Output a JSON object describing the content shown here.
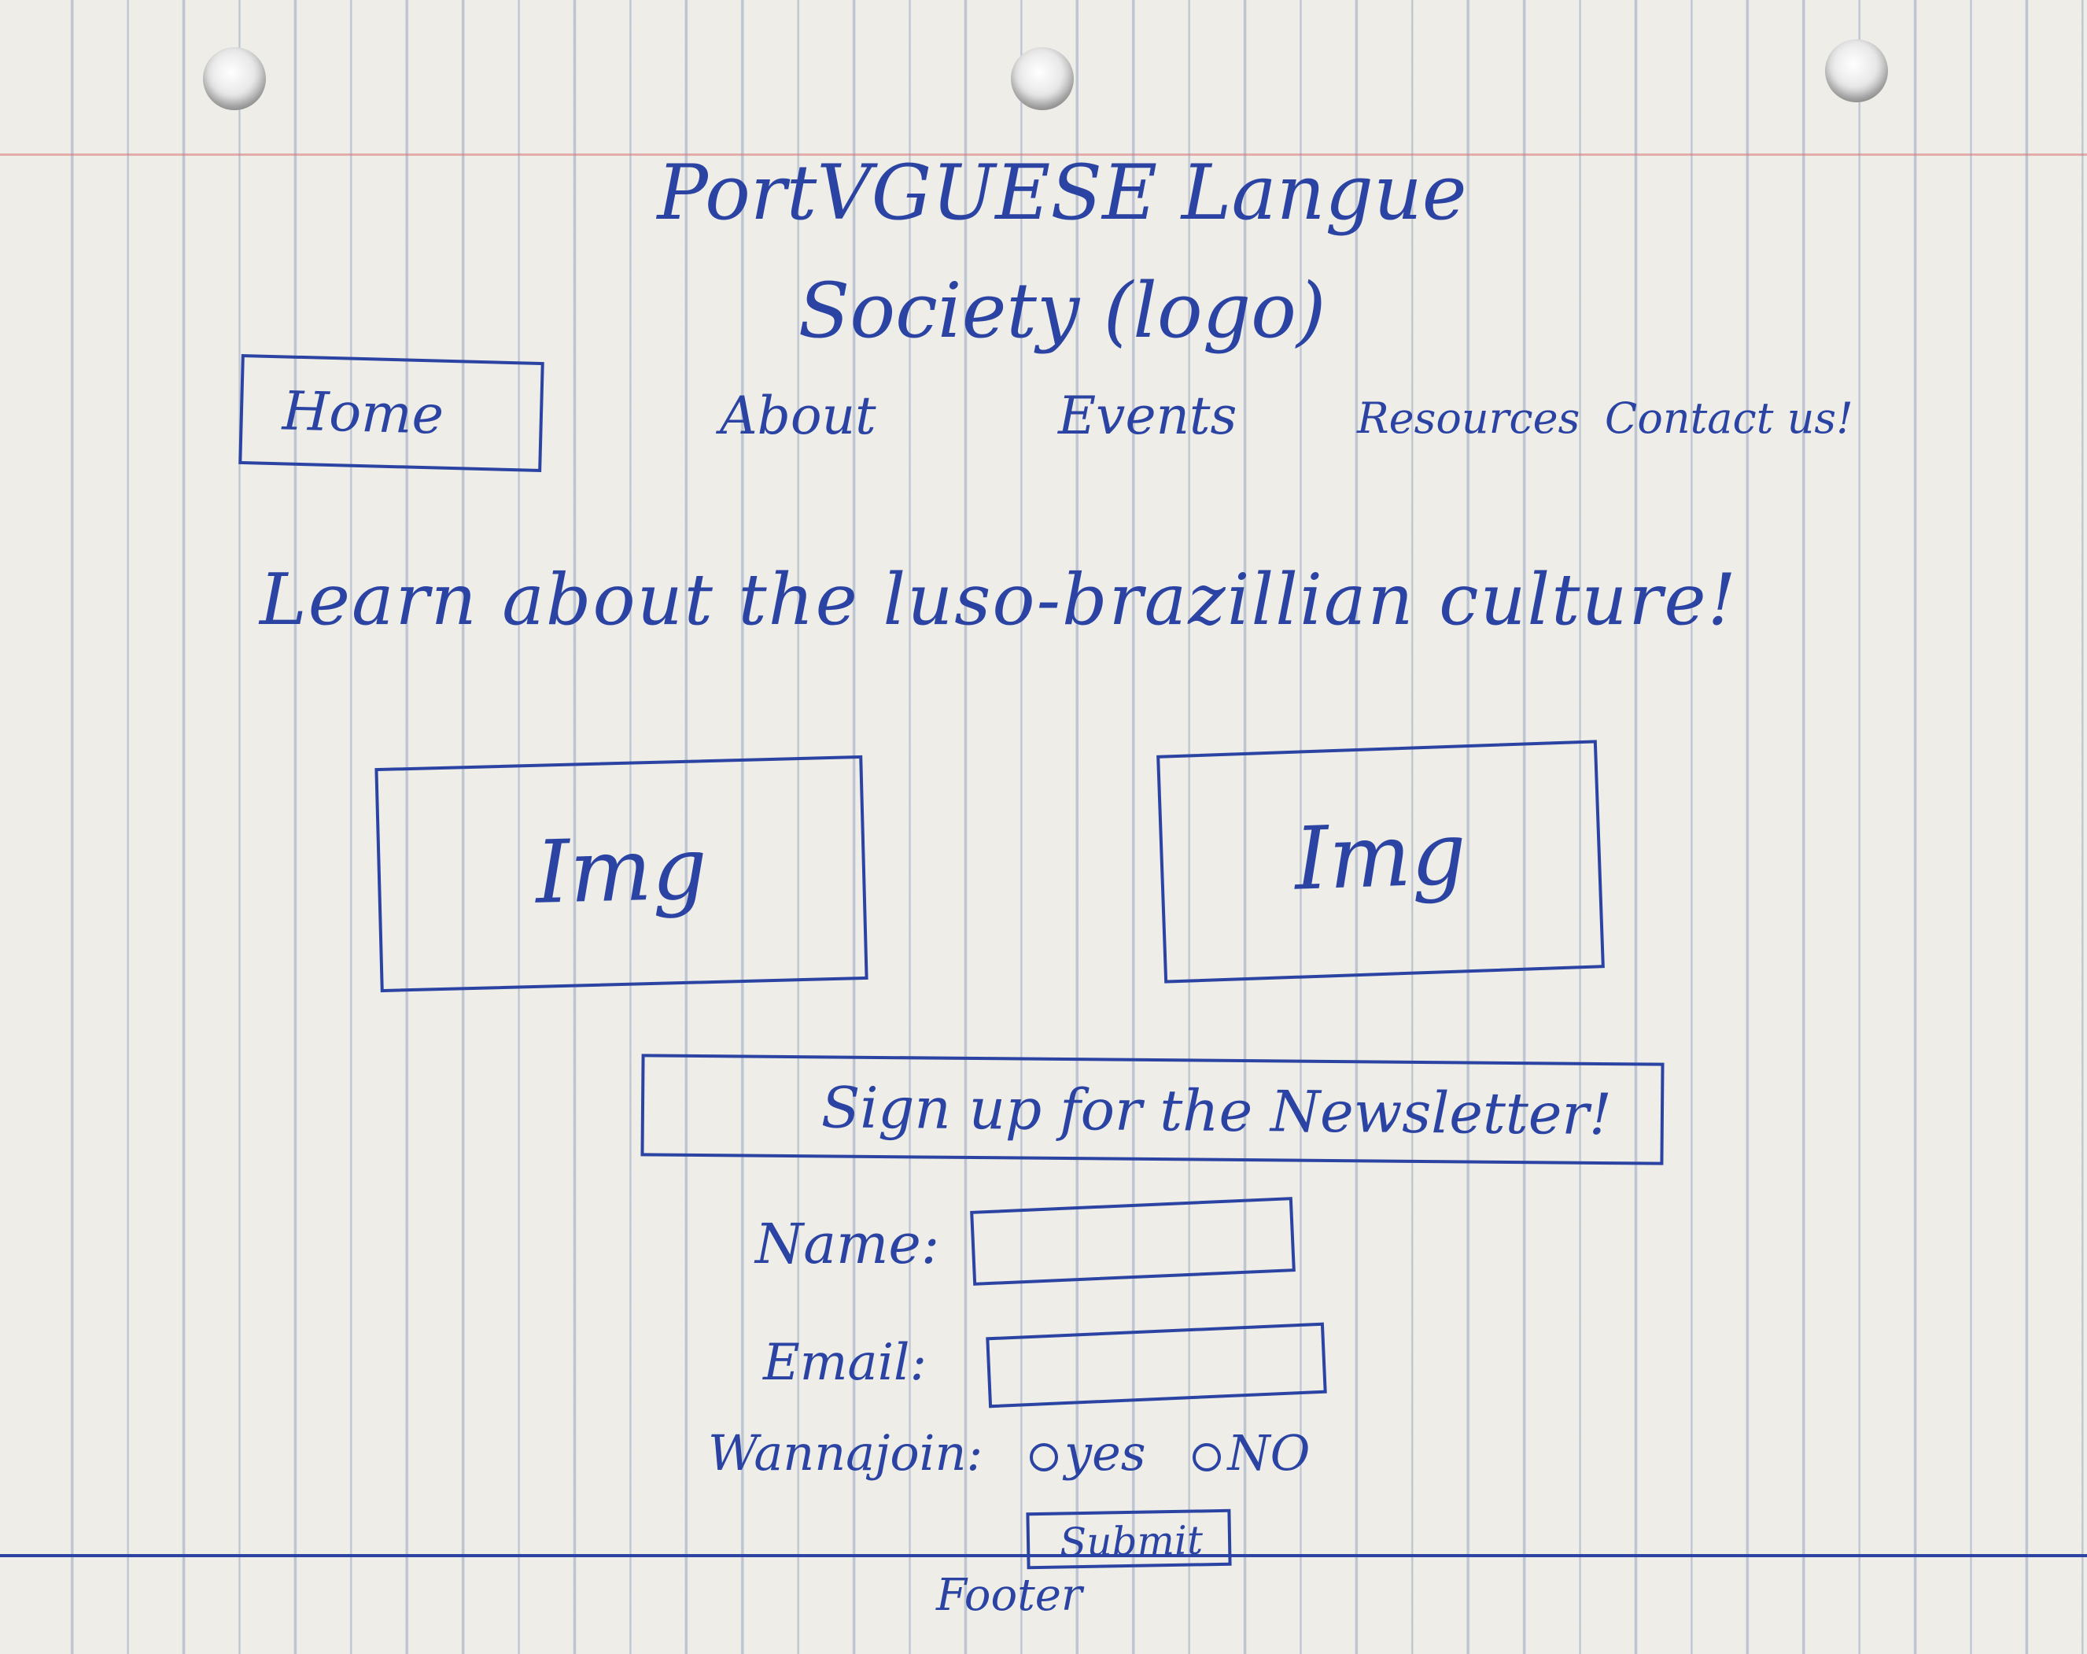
{
  "header": {
    "logo_line1": "PortVGUESE Langue",
    "logo_line2": "Society (logo)"
  },
  "nav": {
    "home": "Home",
    "about": "About",
    "events": "Events",
    "resources": "Resources",
    "contact": "Contact us!"
  },
  "hero": {
    "headline": "Learn about the luso-brazillian culture!"
  },
  "images": {
    "img1": "Img",
    "img2": "Img"
  },
  "newsletter": {
    "heading": "Sign up for the Newsletter!",
    "name_label": "Name:",
    "email_label": "Email:",
    "join_label": "Wannajoin:",
    "option_yes": "yes",
    "option_no": "NO",
    "submit_label": "Submit"
  },
  "footer": {
    "label": "Footer"
  },
  "colors": {
    "ink": "#2b44a3",
    "paper": "#efede7"
  }
}
